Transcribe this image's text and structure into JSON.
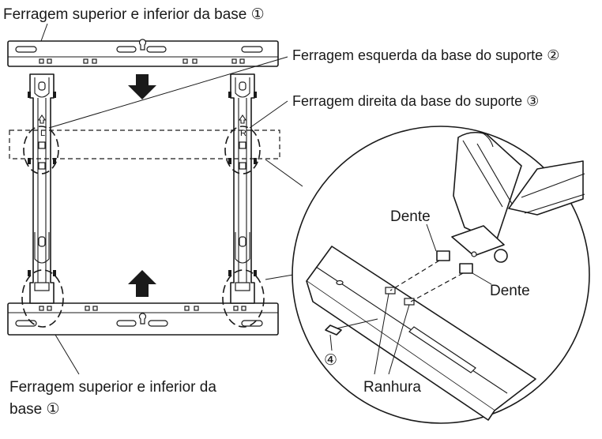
{
  "labels": {
    "top_rail": "Ferragem superior e inferior da base ①",
    "left_bracket": "Ferragem esquerda da base do suporte ②",
    "right_bracket": "Ferragem direita da base do suporte ③",
    "bottom_rail_line1": "Ferragem superior e inferior da",
    "bottom_rail_line2": "base ①",
    "tooth_upper": "Dente",
    "tooth_lower": "Dente",
    "slot": "Ranhura",
    "screw": "④",
    "marker_left": "L",
    "marker_right": "R"
  }
}
